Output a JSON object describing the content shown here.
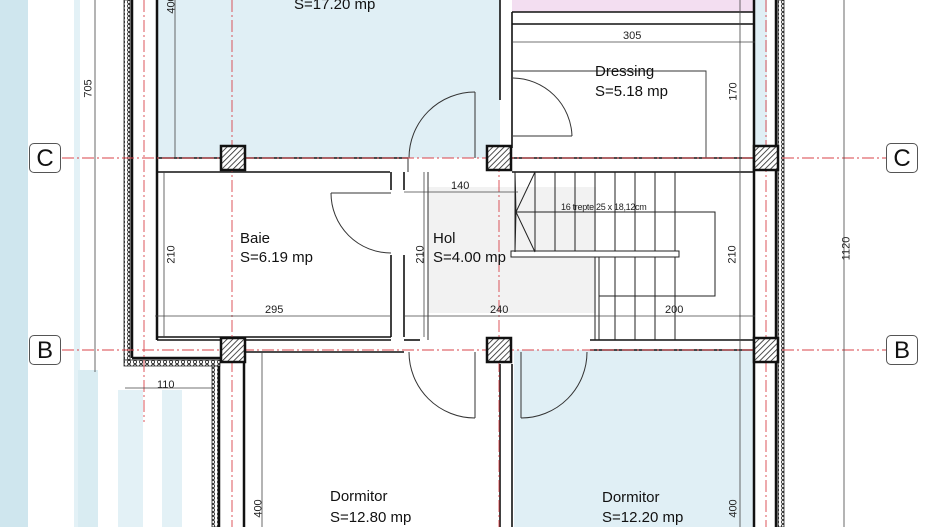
{
  "drawing": {
    "type": "architectural-floor-plan",
    "colors": {
      "room_blue": "#e0eff5",
      "room_pink": "#f3def1",
      "hall_grey": "#f2f2f2",
      "axis_red": "#d9434a",
      "wall_black": "#111111",
      "left_stripe_blue": "#cfe6ee"
    }
  },
  "rooms": {
    "top_room": {
      "area": "S=17.20 mp"
    },
    "dressing": {
      "name": "Dressing",
      "area": "S=5.18 mp"
    },
    "baie": {
      "name": "Baie",
      "area": "S=6.19 mp"
    },
    "hol": {
      "name": "Hol",
      "area": "S=4.00 mp"
    },
    "dormitor_left": {
      "name": "Dormitor",
      "area": "S=12.80 mp"
    },
    "dormitor_right": {
      "name": "Dormitor",
      "area": "S=12.20 mp"
    }
  },
  "stairs": {
    "note": "16 trepte 25 x 18,12cm"
  },
  "axes": {
    "c_left": "C",
    "c_right": "C",
    "b_left": "B",
    "b_right": "B"
  },
  "dimensions": {
    "d705": "705",
    "d400_top": "400",
    "d305": "305",
    "d170": "170",
    "d140": "140",
    "d210_baie": "210",
    "d210_hol": "210",
    "d210_stair": "210",
    "d295": "295",
    "d240": "240",
    "d200": "200",
    "d1120": "1120",
    "d110": "110",
    "d400_left": "400",
    "d400_right": "400"
  }
}
